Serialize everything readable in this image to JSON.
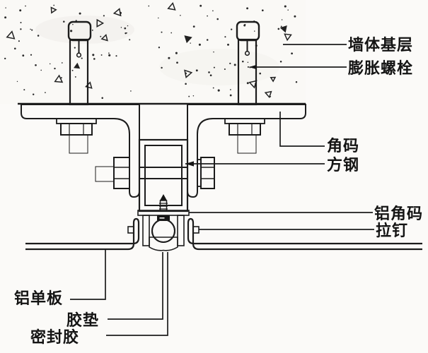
{
  "colors": {
    "background": "#fbfaf8",
    "line": "#1c1c1c",
    "text": "#141414"
  },
  "labels": {
    "wall_base": "墙体基层",
    "expansion_bolt": "膨胀螺栓",
    "angle_bracket": "角码",
    "square_steel": "方钢",
    "aluminum_angle": "铝角码",
    "rivet": "拉钉",
    "aluminum_panel": "铝单板",
    "rubber_pad": "胶垫",
    "sealant": "密封胶"
  }
}
